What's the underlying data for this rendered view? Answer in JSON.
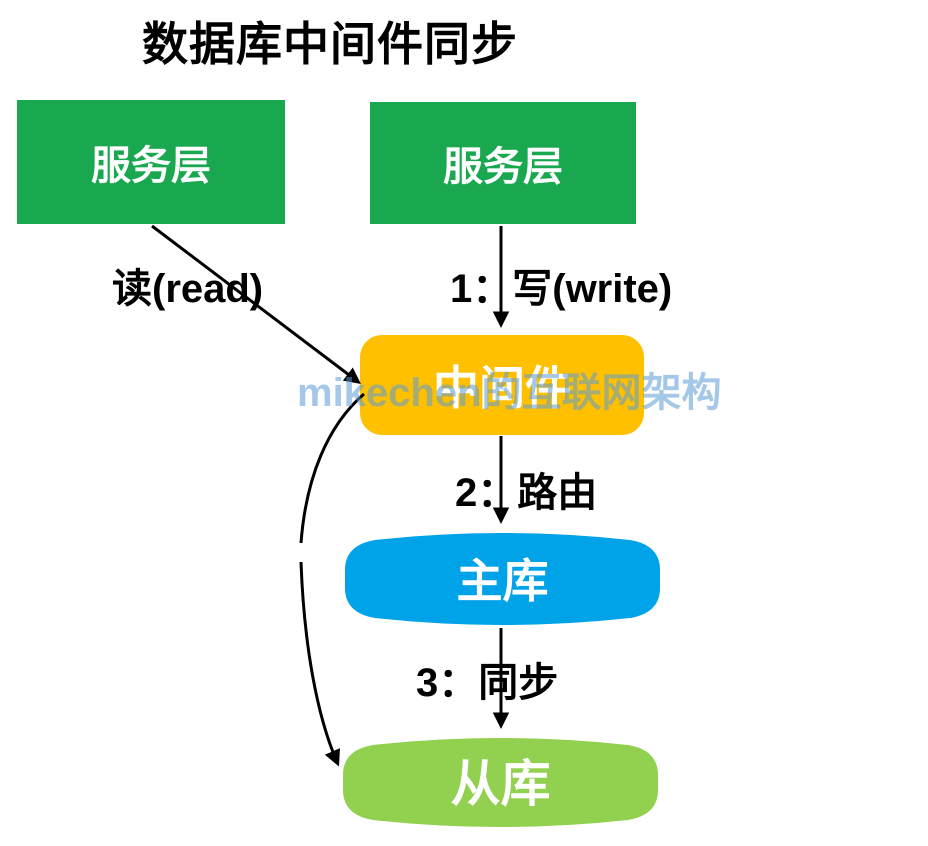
{
  "title": "数据库中间件同步",
  "watermark": {
    "text": "mikechen的互联网架构",
    "color": "#5B9BD5"
  },
  "colors": {
    "service_green": "#19A84F",
    "middleware_orange": "#FFC000",
    "master_blue": "#00A2E8",
    "slave_light_green": "#92D050",
    "arrow_black": "#000000"
  },
  "nodes": {
    "service_left": {
      "label": "服务层",
      "color": "#19A84F"
    },
    "service_right": {
      "label": "服务层",
      "color": "#19A84F"
    },
    "middleware": {
      "label": "中间件",
      "color": "#FFC000"
    },
    "master": {
      "label": "主库",
      "color": "#00A2E8"
    },
    "slave": {
      "label": "从库",
      "color": "#92D050"
    }
  },
  "edges": {
    "read": {
      "label": "读(read)",
      "from": "service_left",
      "to": "middleware"
    },
    "write": {
      "label": "1：写(write)",
      "from": "service_right",
      "to": "middleware"
    },
    "route": {
      "label": "2：路由",
      "from": "middleware",
      "to": "master"
    },
    "sync": {
      "label": "3：同步",
      "from": "master",
      "to": "slave"
    },
    "read_path": {
      "label": "",
      "from": "middleware",
      "to": "slave"
    }
  }
}
